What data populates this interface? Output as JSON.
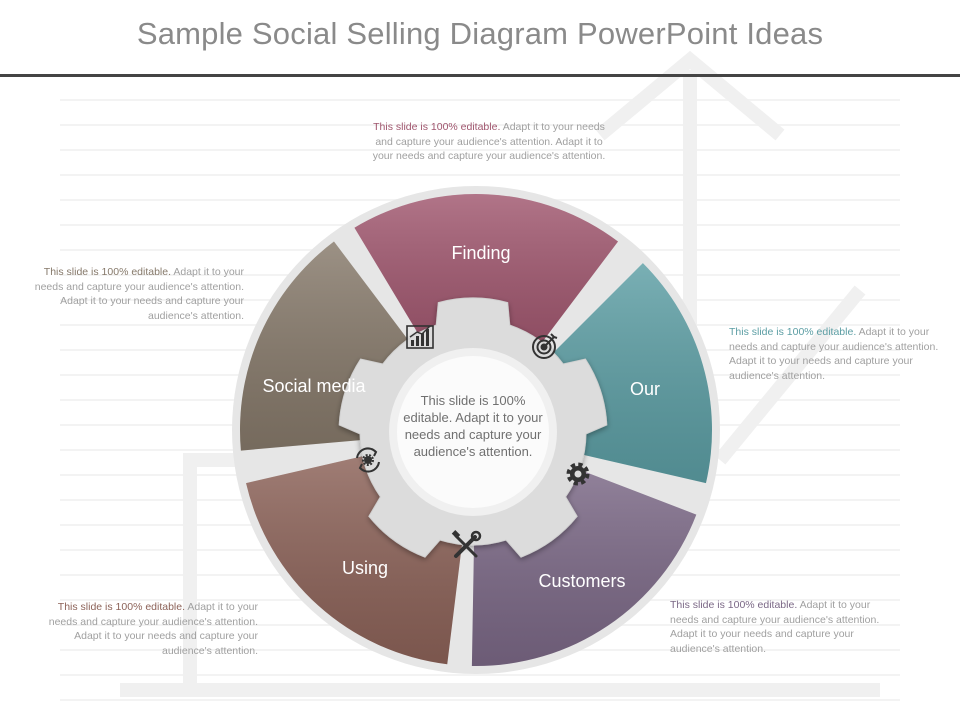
{
  "title": "Sample Social Selling Diagram PowerPoint Ideas",
  "center_text": "This slide is 100% editable. Adapt it to your needs and capture your audience's attention.",
  "segments": [
    {
      "label": "Finding",
      "color": "#a0566e",
      "icon": "bar-chart-icon"
    },
    {
      "label": "Our",
      "color": "#5c9ea4",
      "icon": "target-icon"
    },
    {
      "label": "Customers",
      "color": "#7b6886",
      "icon": "gear-icon"
    },
    {
      "label": "Using",
      "color": "#8c6258",
      "icon": "tools-icon"
    },
    {
      "label": "Social media",
      "color": "#86796a",
      "icon": "refresh-gear-icon"
    }
  ],
  "notes": {
    "top": {
      "highlight": "This slide is 100% editable.",
      "body": "Adapt it to your needs and capture your audience's attention. Adapt it to your needs and capture your audience's attention.",
      "color": "#a0566e"
    },
    "left_top": {
      "highlight": "This slide is 100% editable.",
      "body": "Adapt it to your needs and capture your audience's attention. Adapt it to your needs and capture your audience's attention.",
      "color": "#86796a"
    },
    "right_top": {
      "highlight": "This slide is 100% editable.",
      "body": "Adapt it to your needs and capture your audience's attention. Adapt it to your needs and capture your audience's attention.",
      "color": "#5c9ea4"
    },
    "left_bottom": {
      "highlight": "This slide is 100% editable.",
      "body": "Adapt it to your needs and capture your audience's attention. Adapt it to your needs and capture your audience's attention.",
      "color": "#8c6258"
    },
    "right_bottom": {
      "highlight": "This slide is 100% editable.",
      "body": "Adapt it to your needs and capture your audience's attention. Adapt it to your needs and capture your audience's attention.",
      "color": "#7b6886"
    }
  }
}
